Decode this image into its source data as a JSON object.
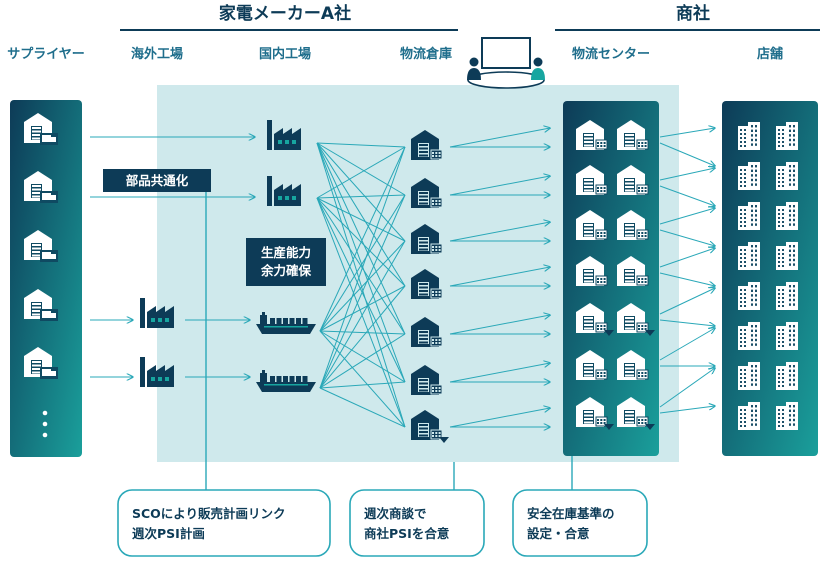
{
  "headers": {
    "maker": "家電メーカーA社",
    "trading": "商社"
  },
  "columns": {
    "supplier": "サプライヤー",
    "overseas_factory": "海外工場",
    "domestic_factory": "国内工場",
    "logistics_warehouse": "物流倉庫",
    "distribution_center": "物流センター",
    "store": "店舗"
  },
  "labels": {
    "parts_common": "部品共通化",
    "capacity_line1": "生産能力",
    "capacity_line2": "余力確保",
    "sco_line1": "SCOにより販売計画リンク",
    "sco_line2": "週次PSI計画",
    "meeting_line1": "週次商談で",
    "meeting_line2": "商社PSIを合意",
    "safety_line1": "安全在庫基準の",
    "safety_line2": "設定・合意"
  },
  "colors": {
    "navy": "#0d3b57",
    "teal": "#17a6a0",
    "arrow": "#2aa8b8",
    "panel": "#cfe9ec"
  },
  "icons": {
    "supplier": "warehouse-truck-icon",
    "factory": "factory-icon",
    "ship": "cargo-ship-icon",
    "warehouse": "warehouse-icon",
    "store": "building-icon",
    "meeting": "meeting-icon",
    "more": "vertical-ellipsis-icon"
  }
}
